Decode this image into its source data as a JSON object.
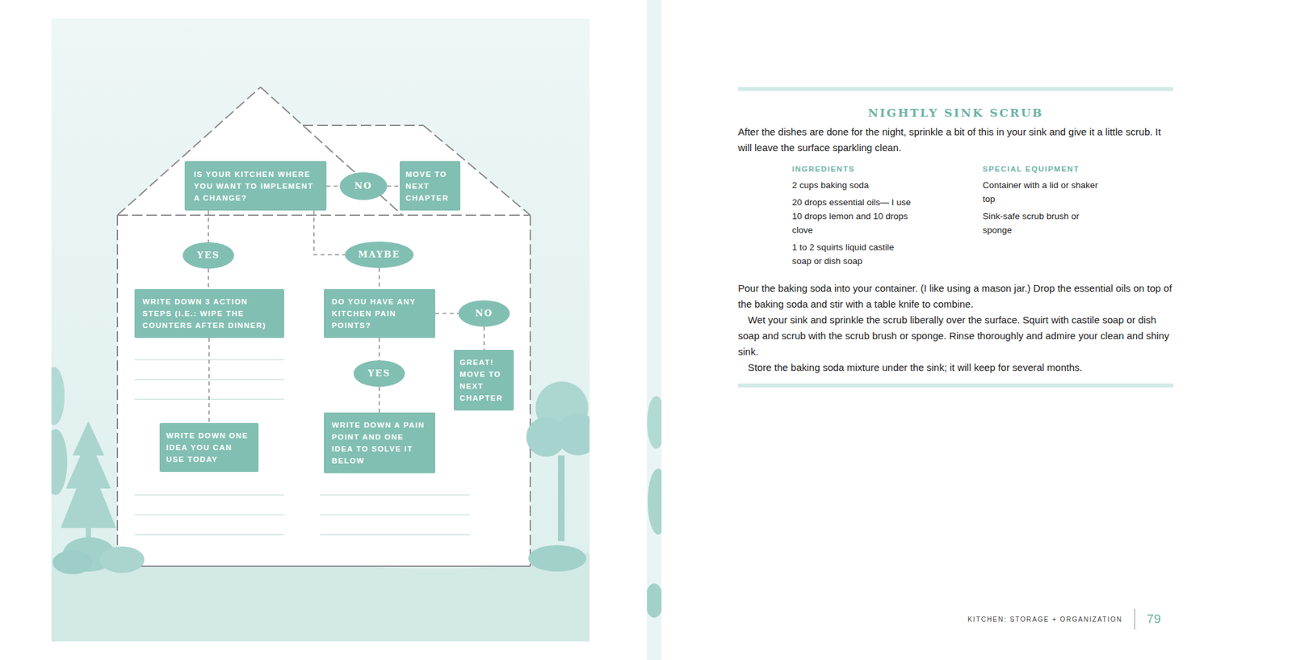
{
  "diagram": {
    "nodes": [
      {
        "text": [
          "IS YOUR KITCHEN WHERE YOU WANT TO IMPLEMENT A CHANGE?"
        ]
      },
      {
        "text": [
          "NO"
        ]
      },
      {
        "text": [
          "MOVE TO NEXT CHAPTER"
        ]
      },
      {
        "text": [
          "YES"
        ]
      },
      {
        "text": [
          "MAYBE"
        ]
      },
      {
        "text": [
          "WRITE DOWN 3 ACTION STEPS (I.E.: WIPE THE COUNTERS AFTER DINNER)"
        ]
      },
      {
        "text": [
          "DO YOU HAVE ANY KITCHEN PAIN POINTS?"
        ]
      },
      {
        "text": [
          "NO"
        ]
      },
      {
        "text": [
          "YES"
        ]
      },
      {
        "text": [
          "GREAT! MOVE TO NEXT CHAPTER"
        ]
      },
      {
        "text": [
          "WRITE DOWN ONE IDEA YOU CAN USE TODAY"
        ]
      },
      {
        "text": [
          "WRITE DOWN A PAIN POINT AND ONE IDEA TO SOLVE IT BELOW"
        ]
      }
    ],
    "edges": [
      {
        "from": 0,
        "to": 1,
        "arrow": "none"
      },
      {
        "from": 1,
        "to": 2,
        "arrow": "none"
      },
      {
        "from": 0,
        "to": 3,
        "arrow": "none"
      },
      {
        "from": 0,
        "to": 4,
        "arrow": "none"
      },
      {
        "from": 3,
        "to": 5,
        "arrow": "none"
      },
      {
        "from": 4,
        "to": 6,
        "arrow": "none"
      },
      {
        "from": 6,
        "to": 7,
        "arrow": "none"
      },
      {
        "from": 7,
        "to": 9,
        "arrow": "none"
      },
      {
        "from": 6,
        "to": 8,
        "arrow": "none"
      },
      {
        "from": 8,
        "to": 11,
        "arrow": "none"
      },
      {
        "from": 5,
        "to": 10,
        "arrow": "none"
      }
    ],
    "labels": [
      "NIGHTLY SINK SCRUB",
      "After the dishes are done for the night, sprinkle a bit of this in your sink and give it a little scrub. It will leave the surface sparkling clean.",
      "INGREDIENTS",
      "2 cups baking soda",
      "20 drops essential oils— I use 10 drops lemon and 10 drops clove",
      "1 to 2 squirts liquid castile soap or dish soap",
      "SPECIAL EQUIPMENT",
      "Container with a lid or shaker top",
      "Sink-safe scrub brush or sponge",
      "Pour the baking soda into your container. (I like using a mason jar.) Drop the essential oils on top of the baking soda and stir with a table knife to combine.",
      "Wet your sink and sprinkle the scrub liberally over the surface. Squirt with castile soap or dish soap and scrub with the scrub brush or sponge. Rinse thoroughly and admire your clean and shiny sink.",
      "Store the baking soda mixture under the sink; it will keep for several months.",
      "KITCHEN: STORAGE + ORGANIZATION",
      "79"
    ]
  }
}
